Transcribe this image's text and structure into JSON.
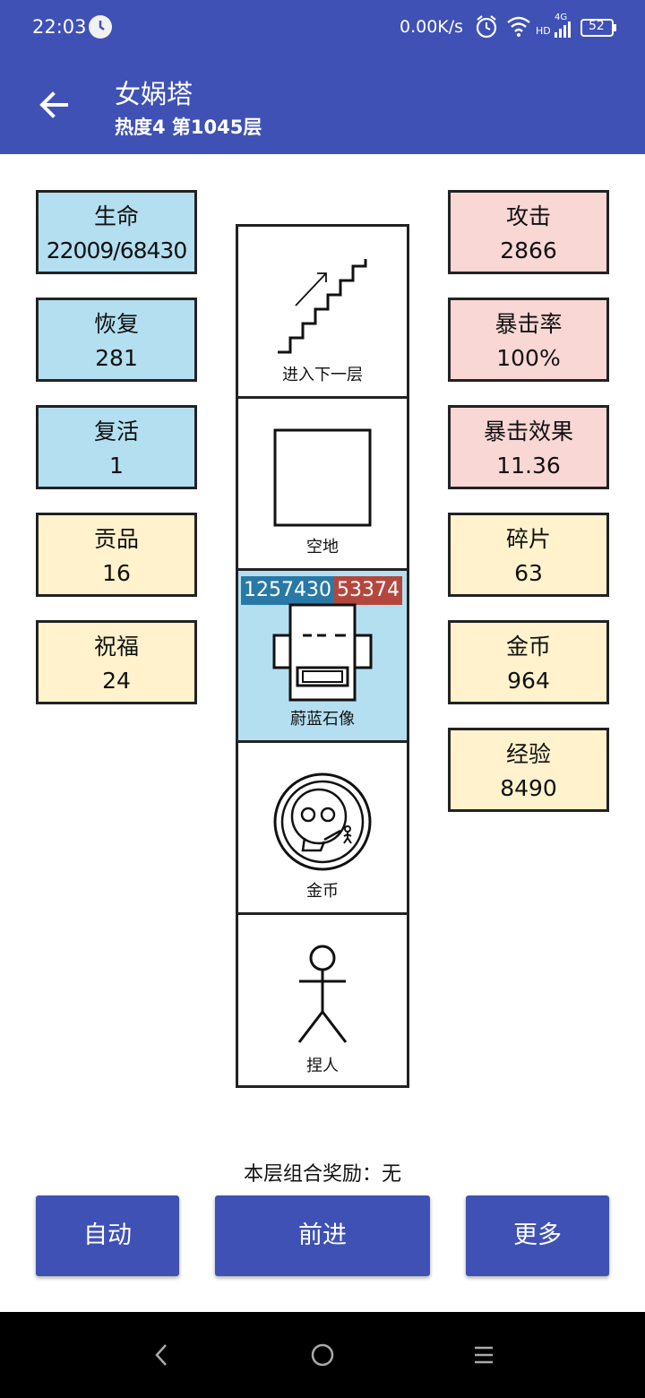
{
  "status_bar": {
    "time": "22:03",
    "net_speed": "0.00K/s",
    "signal_label": "4G",
    "hd_label": "HD",
    "battery": "52",
    "icons": [
      "clock-badge-icon",
      "alarm-icon",
      "wifi-icon",
      "signal-icon",
      "battery-icon"
    ]
  },
  "app_bar": {
    "title": "女娲塔",
    "subtitle": "热度4 第1045层",
    "back_icon": "arrow-left-icon"
  },
  "left_stats": [
    {
      "label": "生命",
      "value": "22009/68430"
    },
    {
      "label": "恢复",
      "value": "281"
    },
    {
      "label": "复活",
      "value": "1"
    },
    {
      "label": "贡品",
      "value": "16"
    },
    {
      "label": "祝福",
      "value": "24"
    }
  ],
  "right_stats": [
    {
      "label": "攻击",
      "value": "2866"
    },
    {
      "label": "暴击率",
      "value": "100%"
    },
    {
      "label": "暴击效果",
      "value": "11.36"
    },
    {
      "label": "碎片",
      "value": "63"
    },
    {
      "label": "金币",
      "value": "964"
    },
    {
      "label": "经验",
      "value": "8490"
    }
  ],
  "tower": {
    "cells": [
      {
        "caption": "进入下一层",
        "icon": "stairs-icon"
      },
      {
        "caption": "空地",
        "icon": "empty-square-icon"
      },
      {
        "caption": "蔚蓝石像",
        "icon": "statue-icon",
        "hp": "1257430",
        "atk": "53374"
      },
      {
        "caption": "金币",
        "icon": "coin-icon"
      },
      {
        "caption": "捏人",
        "icon": "stick-figure-icon"
      }
    ]
  },
  "reward_text": "本层组合奖励：无",
  "buttons": {
    "auto": "自动",
    "forward": "前进",
    "more": "更多"
  },
  "colors": {
    "primary": "#3f51b5",
    "blue_card": "#b3dff0",
    "pink_card": "#f8d7d5",
    "yellow_card": "#fff2cc",
    "hp_tag": "#2979a6",
    "atk_tag": "#b3473e"
  }
}
